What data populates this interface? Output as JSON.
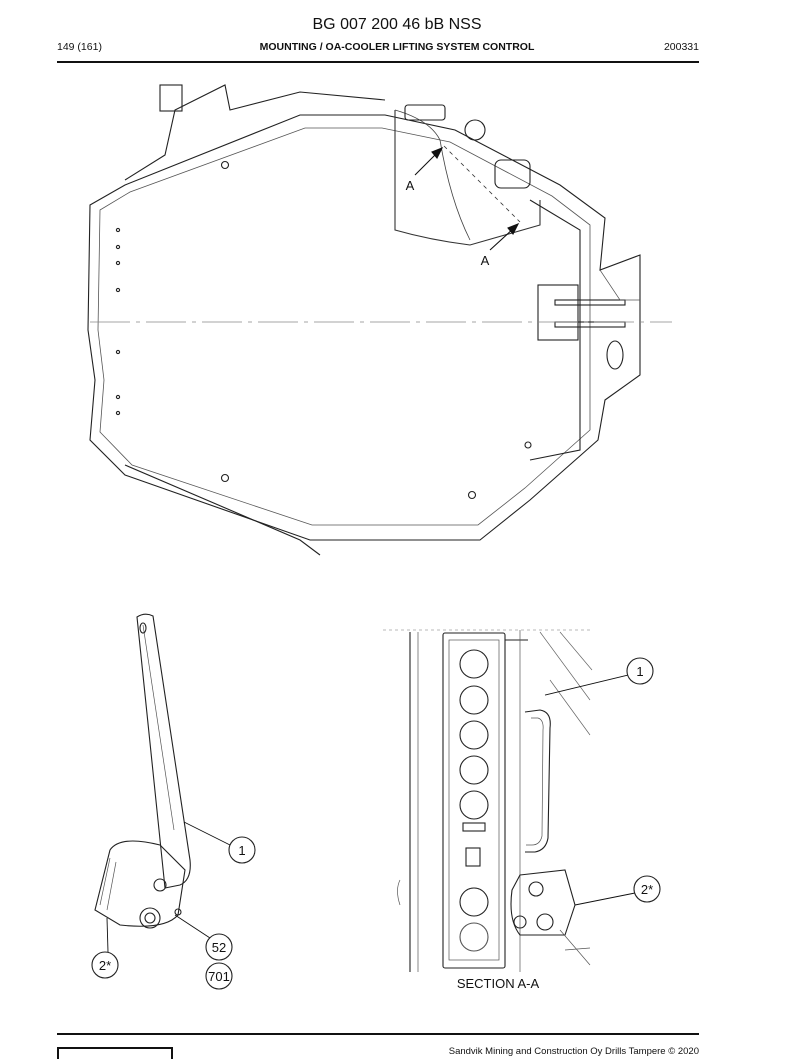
{
  "header": {
    "doc_title": "BG 007 200 46 bB NSS",
    "page_number": "149 (161)",
    "section_title": "MOUNTING / OA-COOLER LIFTING SYSTEM CONTROL",
    "doc_date": "200331"
  },
  "top_drawing": {
    "section_marker_1": "A",
    "section_marker_2": "A"
  },
  "bottom_left_drawing": {
    "callout_1": "1",
    "callout_2": "2*",
    "callout_52": "52",
    "callout_701": "701"
  },
  "bottom_right_drawing": {
    "callout_1": "1",
    "callout_2": "2*",
    "caption": "SECTION A-A"
  },
  "footer": {
    "copyright": "Sandvik Mining and Construction Oy Drills Tampere © 2020"
  }
}
